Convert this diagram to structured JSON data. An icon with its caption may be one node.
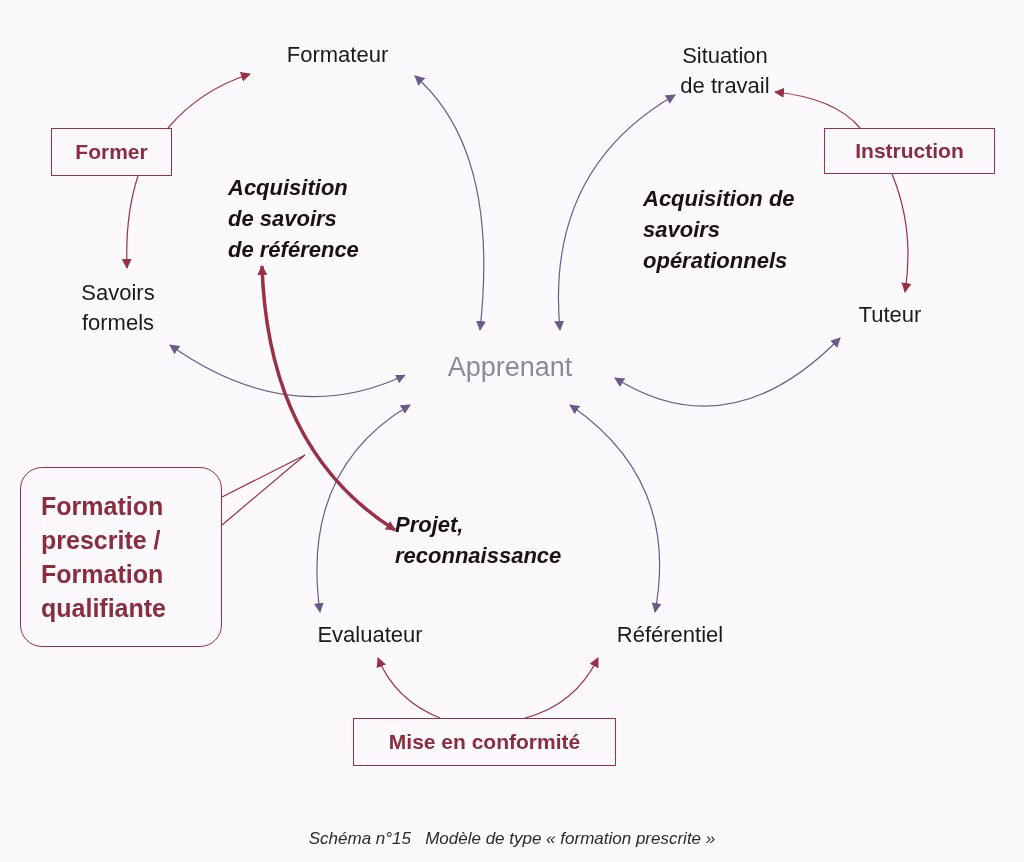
{
  "diagram": {
    "nodes": [
      {
        "text": [
          "Formateur"
        ]
      },
      {
        "text": [
          "Situation de travail"
        ]
      },
      {
        "text": [
          "Former"
        ]
      },
      {
        "text": [
          "Instruction"
        ]
      },
      {
        "text": [
          "Savoirs formels"
        ]
      },
      {
        "text": [
          "Tuteur"
        ]
      },
      {
        "text": [
          "Apprenant"
        ]
      },
      {
        "text": [
          "Acquisition de savoirs de référence"
        ]
      },
      {
        "text": [
          "Acquisition de savoirs opérationnels"
        ]
      },
      {
        "text": [
          "Formation prescrite / Formation qualifiante"
        ]
      },
      {
        "text": [
          "Projet, reconnaissance"
        ]
      },
      {
        "text": [
          "Evaluateur"
        ]
      },
      {
        "text": [
          "Référentiel"
        ]
      },
      {
        "text": [
          "Mise en conformité"
        ]
      }
    ],
    "edges": [
      {
        "from": 2,
        "to": 0,
        "arrow": "to"
      },
      {
        "from": 2,
        "to": 4,
        "arrow": "to"
      },
      {
        "from": 3,
        "to": 1,
        "arrow": "to"
      },
      {
        "from": 3,
        "to": 5,
        "arrow": "to"
      },
      {
        "from": 0,
        "to": 6,
        "arrow": "both",
        "color": "#6b5b8a"
      },
      {
        "from": 1,
        "to": 6,
        "arrow": "both",
        "color": "#6b5b8a"
      },
      {
        "from": 4,
        "to": 6,
        "arrow": "both",
        "color": "#6b5b8a"
      },
      {
        "from": 5,
        "to": 6,
        "arrow": "both",
        "color": "#6b5b8a"
      },
      {
        "from": 11,
        "to": 6,
        "arrow": "both",
        "color": "#6b5b8a"
      },
      {
        "from": 12,
        "to": 6,
        "arrow": "both",
        "color": "#6b5b8a"
      },
      {
        "from": 13,
        "to": 11,
        "arrow": "to"
      },
      {
        "from": 13,
        "to": 12,
        "arrow": "to"
      },
      {
        "from": 7,
        "to": 10,
        "arrow": "both",
        "style": "thick"
      },
      {
        "from": 9,
        "to": null,
        "arrow": "none"
      }
    ],
    "caption": "Schéma n°15   Modèle de type « formation prescrite »"
  }
}
